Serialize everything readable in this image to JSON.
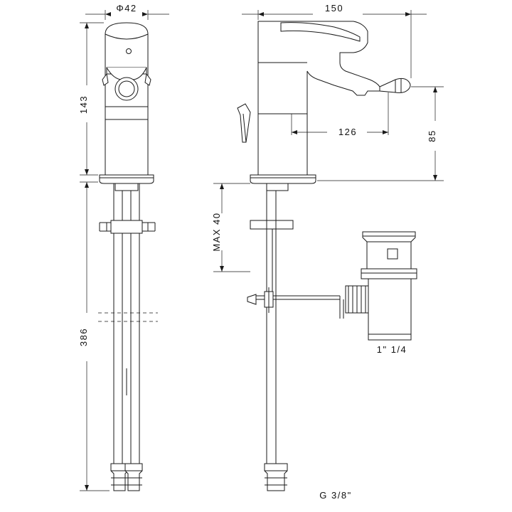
{
  "drawing": {
    "title": "bidet-mixer-technical-drawing",
    "line_color": "#1a1a1a",
    "fill_color": "#ffffff",
    "background": "#ffffff",
    "dimensions": {
      "diameter_base": "Φ42",
      "height_total": "143",
      "tails_length": "386",
      "spout_reach_top": "150",
      "spout_reach_inner": "126",
      "spout_height": "85",
      "max_thickness": "MAX 40",
      "waste_size": "1\"  1/4",
      "thread_size": "G  3/8\""
    }
  }
}
